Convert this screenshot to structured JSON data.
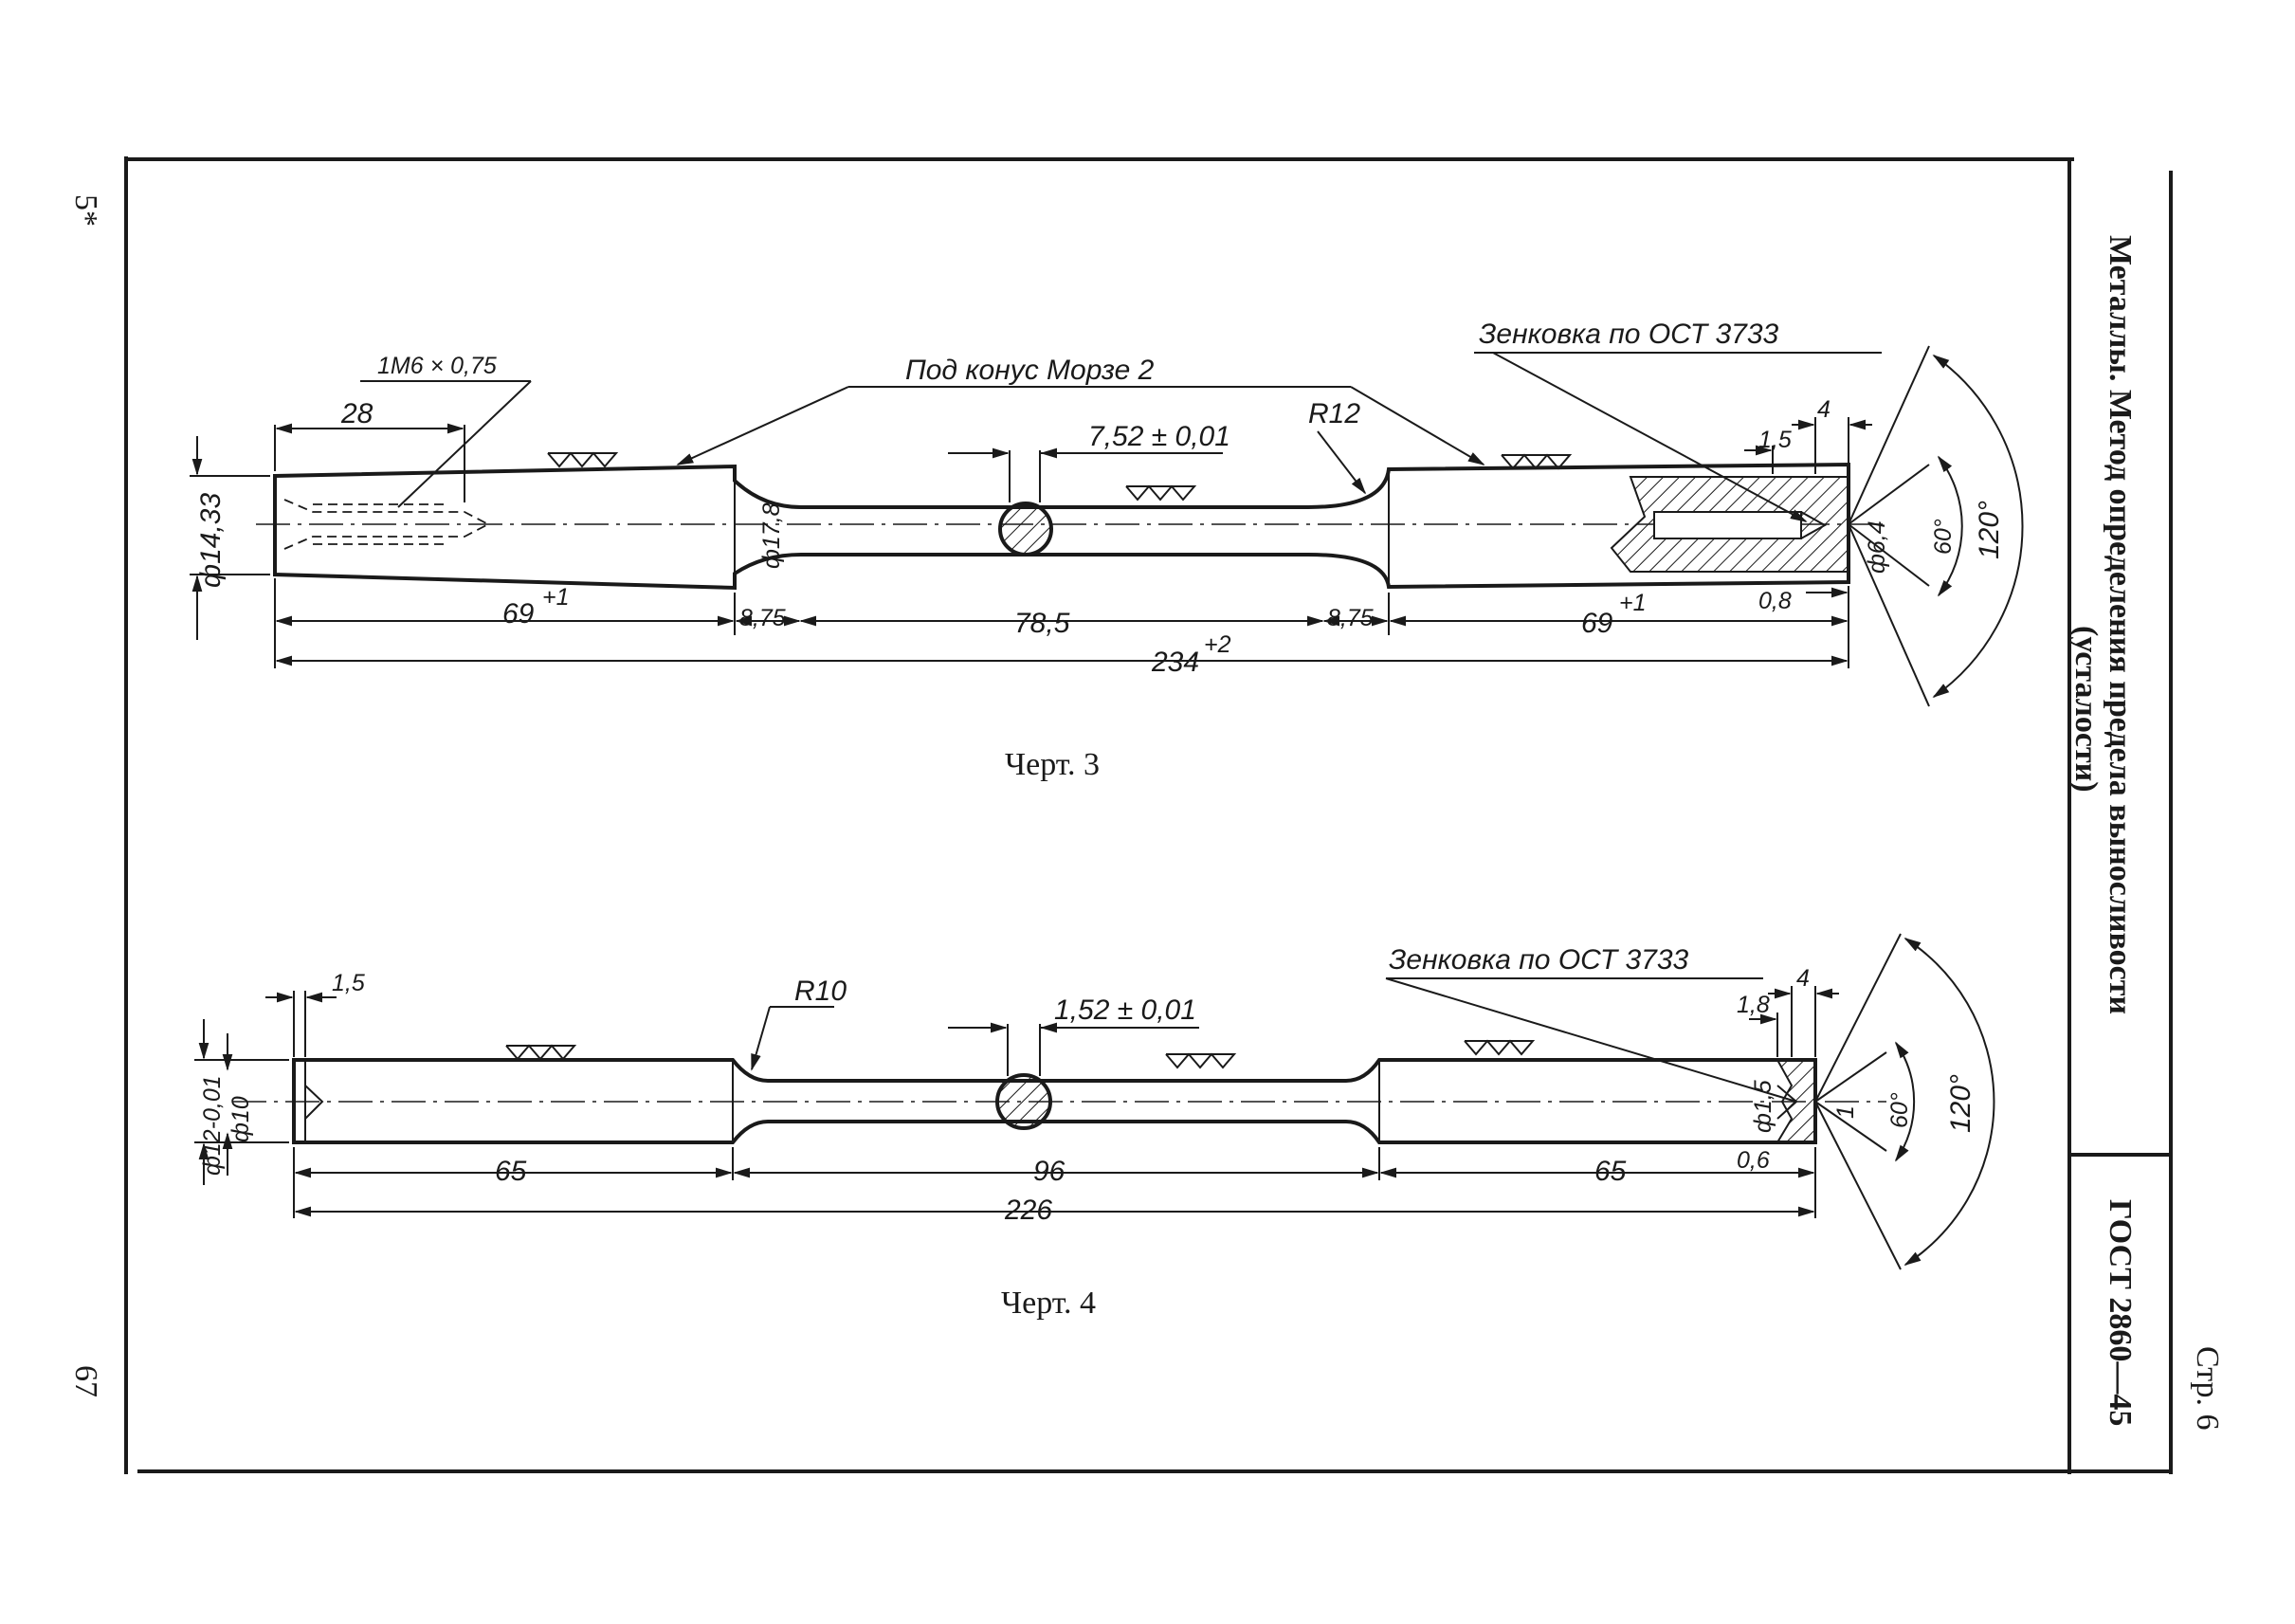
{
  "page": {
    "margin_top": "5*",
    "margin_bottom": "67",
    "page_label": "Стр. 6"
  },
  "side_block": {
    "title_line1": "Металлы. Метод определения предела выносливости",
    "title_line2": "(усталости)",
    "standard": "ГОСТ 2860—45"
  },
  "drawing3": {
    "caption": "Черт. 3",
    "thread": "1М6 × 0,75",
    "thread_depth": "28",
    "morse": "Под конус Морзе 2",
    "countersink": "Зенковка по ОСТ 3733",
    "radius": "R12",
    "dia_end": "ф14,33",
    "dia_neck": "ф17,8",
    "dia_test": "7,52 ± 0,01",
    "dia_center": "ф6,4",
    "dim_end_left": "69",
    "tol_end_left": "+1",
    "dim_fillet_left": "8,75",
    "dim_mid": "78,5",
    "dim_fillet_right": "8,75",
    "dim_end_right": "69",
    "tol_end_right": "+1",
    "dim_total": "234",
    "tol_total": "+2",
    "dim_c1": "1,5",
    "dim_c2": "4",
    "dim_c3": "0,8",
    "angle_small": "60°",
    "angle_large": "120°"
  },
  "drawing4": {
    "caption": "Черт. 4",
    "dim_lip": "1,5",
    "radius": "R10",
    "dia_test": "1,52 ± 0,01",
    "countersink": "Зенковка по ОСТ 3733",
    "dia_outer": "ф12-0,01",
    "dia_inner": "ф10",
    "dia_center": "ф1,5",
    "dim_c1": "1,8",
    "dim_c2": "4",
    "dim_c3": "0,6",
    "dim_c4": "1",
    "dim_left": "65",
    "dim_mid": "96",
    "dim_right": "65",
    "dim_total": "226",
    "angle_small": "60°",
    "angle_large": "120°"
  }
}
